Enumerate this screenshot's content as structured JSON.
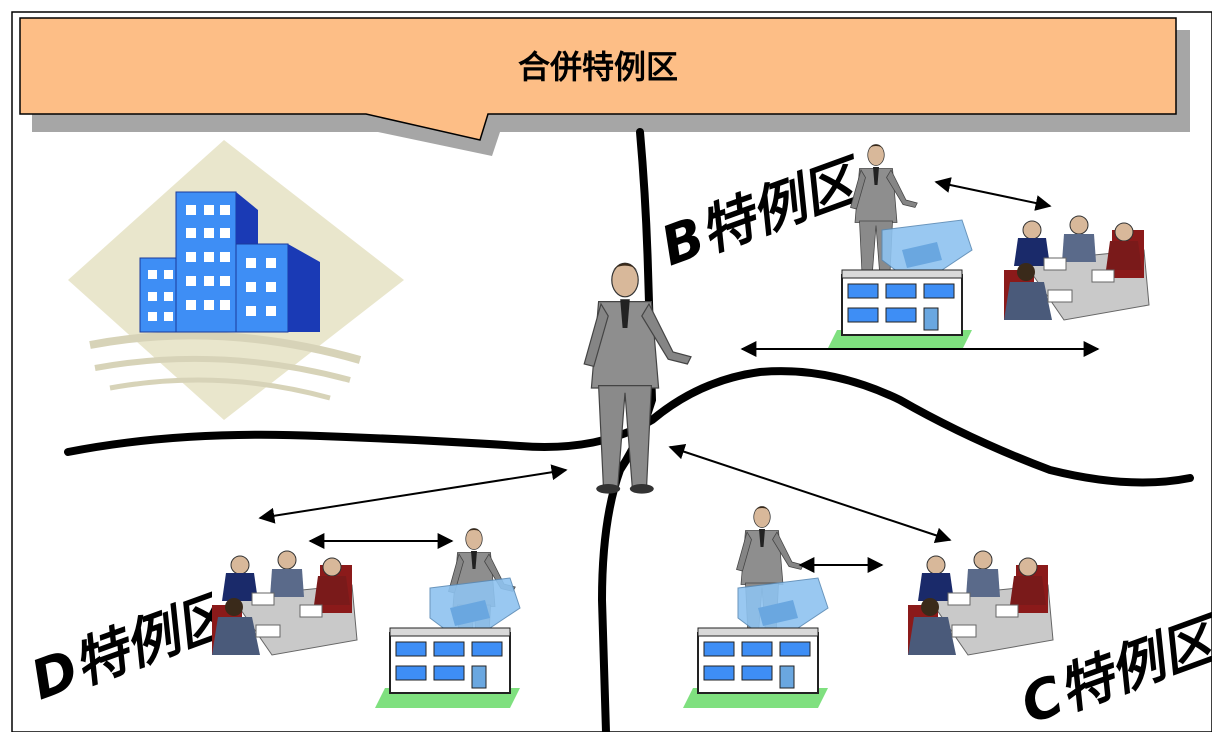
{
  "banner": {
    "title": "合併特例区",
    "fill_color": "#FDBE86",
    "shadow_color": "#A6A6A6"
  },
  "districts": {
    "b_label": "B特例区",
    "c_label": "C特例区",
    "d_label": "D特例区"
  },
  "icons": {
    "city": "city-buildings-icon",
    "mayor": "businessman-icon",
    "meeting": "meeting-people-icon",
    "office": "office-building-icon",
    "arrow": "double-headed-arrow"
  },
  "colors": {
    "boundary": "#000000",
    "suit": "#8E8E8E",
    "building_blue": "#3E8EF5",
    "city_diamond": "#E9E6CC",
    "roof_blue": "#8EC3F0",
    "lawn": "#7FE07F"
  }
}
